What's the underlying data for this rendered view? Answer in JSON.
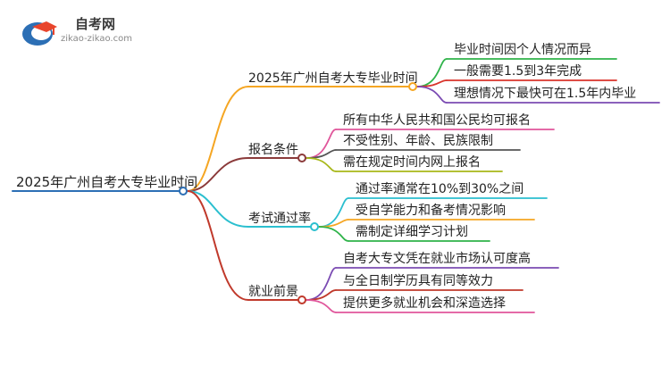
{
  "logo": {
    "name": "自考网",
    "url_text": "zikao-zikao.com"
  },
  "colors": {
    "root": "#2c6fb5",
    "branches": [
      "#f5a623",
      "#8b3a3a",
      "#2bbfcf",
      "#c0392b"
    ],
    "leaves": [
      [
        "#2fb34a",
        "#d9342b",
        "#7b4bb3"
      ],
      [
        "#e0569b",
        "#555555",
        "#a8b81a"
      ],
      [
        "#2bbfcf",
        "#f5a623",
        "#2fb34a"
      ],
      [
        "#7b4bb3",
        "#c0392b",
        "#e0569b"
      ]
    ]
  },
  "mindmap": {
    "root": "2025年广州自考大专毕业时间",
    "branches": [
      {
        "label": "2025年广州自考大专毕业时间",
        "children": [
          "毕业时间因个人情况而异",
          "一般需要1.5到3年完成",
          "理想情况下最快可在1.5年内毕业"
        ]
      },
      {
        "label": "报名条件",
        "children": [
          "所有中华人民共和国公民均可报名",
          "不受性别、年龄、民族限制",
          "需在规定时间内网上报名"
        ]
      },
      {
        "label": "考试通过率",
        "children": [
          "通过率通常在10%到30%之间",
          "受自学能力和备考情况影响",
          "需制定详细学习计划"
        ]
      },
      {
        "label": "就业前景",
        "children": [
          "自考大专文凭在就业市场认可度高",
          "与全日制学历具有同等效力",
          "提供更多就业机会和深造选择"
        ]
      }
    ]
  }
}
